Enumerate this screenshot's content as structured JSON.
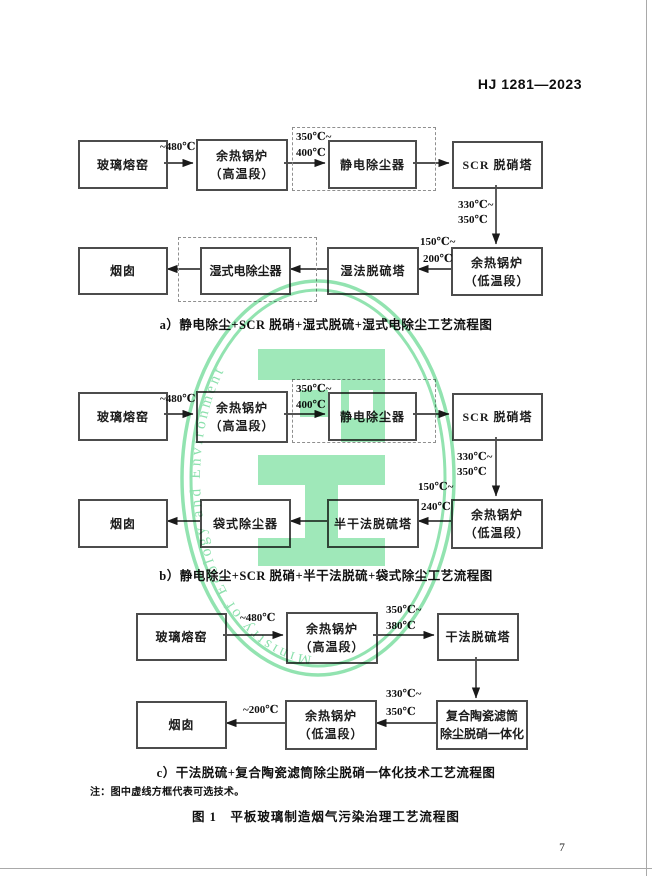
{
  "header": {
    "standard_code": "HJ 1281—2023"
  },
  "colors": {
    "stamp_green": "#76DC9C",
    "box_border": "#4c4c4c"
  },
  "watermark": {
    "ring_text": "Ministry of Ecology and Environment"
  },
  "diagrams": {
    "a": {
      "caption": "a）静电除尘+SCR 脱硝+湿式脱硫+湿式电除尘工艺流程图",
      "nodes": {
        "furnace": "玻璃熔窑",
        "whb_high_l1": "余热锅炉",
        "whb_high_l2": "（高温段）",
        "esp": "静电除尘器",
        "scr": "SCR 脱硝塔",
        "whb_low_l1": "余热锅炉",
        "whb_low_l2": "（低温段）",
        "wet_fgd": "湿法脱硫塔",
        "wet_esp": "湿式电除尘器",
        "stack": "烟囱"
      },
      "temps": {
        "furnace_out": "~480℃",
        "esp_in_l1": "350℃~",
        "esp_in_l2": "400℃",
        "scr_out_l1": "330℃~",
        "scr_out_l2": "350℃",
        "whb_low_out_l1": "150℃~",
        "whb_low_out_l2": "200℃"
      }
    },
    "b": {
      "caption": "b）静电除尘+SCR 脱硝+半干法脱硫+袋式除尘工艺流程图",
      "nodes": {
        "furnace": "玻璃熔窑",
        "whb_high_l1": "余热锅炉",
        "whb_high_l2": "（高温段）",
        "esp": "静电除尘器",
        "scr": "SCR 脱硝塔",
        "whb_low_l1": "余热锅炉",
        "whb_low_l2": "（低温段）",
        "semi_dry_fgd": "半干法脱硫塔",
        "bag_filter": "袋式除尘器",
        "stack": "烟囱"
      },
      "temps": {
        "furnace_out": "~480℃",
        "esp_in_l1": "350℃~",
        "esp_in_l2": "400℃",
        "scr_out_l1": "330℃~",
        "scr_out_l2": "350℃",
        "whb_low_out_l1": "150℃~",
        "whb_low_out_l2": "240℃"
      }
    },
    "c": {
      "caption": "c）干法脱硫+复合陶瓷滤筒除尘脱硝一体化技术工艺流程图",
      "nodes": {
        "furnace": "玻璃熔窑",
        "whb_high_l1": "余热锅炉",
        "whb_high_l2": "（高温段）",
        "dry_fgd": "干法脱硫塔",
        "composite_l1": "复合陶瓷滤筒",
        "composite_l2": "除尘脱硝一体化",
        "whb_low_l1": "余热锅炉",
        "whb_low_l2": "（低温段）",
        "stack": "烟囱"
      },
      "temps": {
        "furnace_out": "~480℃",
        "dry_in_l1": "350℃~",
        "dry_in_l2": "380℃",
        "composite_out_l1": "330℃~",
        "composite_out_l2": "350℃",
        "stack_in": "~200℃"
      }
    }
  },
  "footer": {
    "note": "注：图中虚线方框代表可选技术。",
    "figure_title": "图 1　平板玻璃制造烟气污染治理工艺流程图",
    "page_number": "7"
  }
}
